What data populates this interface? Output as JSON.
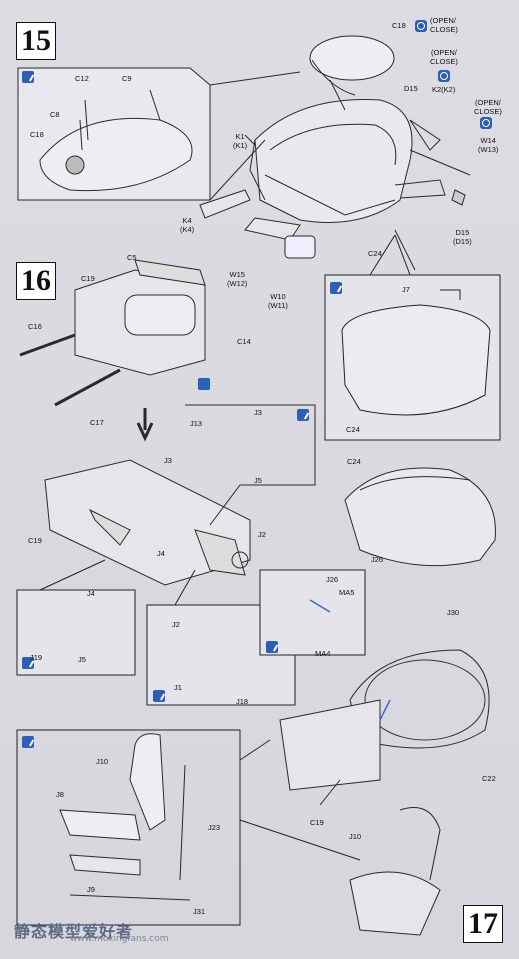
{
  "steps": {
    "s15": "15",
    "s16": "16",
    "s17": "17"
  },
  "labels": {
    "c18_top": "C18",
    "open_close_1": "(OPEN/\nCLOSE)",
    "open_close_2": "(OPEN/\nCLOSE)",
    "open_close_3": "(OPEN/\nCLOSE)",
    "d15_top": "D15",
    "k2": "K2(K2)",
    "w14": "W14\n(W13)",
    "k1": "K1\n(K1)",
    "k4": "K4\n(K4)",
    "w15": "W15\n(W12)",
    "w10": "W10\n(W11)",
    "c24_a": "C24",
    "d15_b": "D15\n(D15)",
    "c12": "C12",
    "c9": "C9",
    "c8": "C8",
    "c18_inset": "C18",
    "c5": "C5",
    "c19_a": "C19",
    "c16": "C16",
    "c14": "C14",
    "c17": "C17",
    "j7": "J7",
    "c24_b": "C24",
    "j13": "J13",
    "j3_a": "J3",
    "j5_a": "J5",
    "j3_b": "J3",
    "c19_b": "C19",
    "j4_a": "J4",
    "j2_a": "J2",
    "c24_c": "C24",
    "j26_a": "J26",
    "j26_b": "J26",
    "ma5": "MA5",
    "ma4": "MA4",
    "j30": "J30",
    "j4_b": "J4",
    "j19": "J19",
    "j5_b": "J5",
    "j2_b": "J2",
    "j1": "J1",
    "j18": "J18",
    "c22": "C22",
    "c19_c": "C19",
    "j10_a": "J10",
    "j8": "J8",
    "j23": "J23",
    "j9": "J9",
    "j31": "J31",
    "j10_b": "J10"
  },
  "watermark": {
    "text": "静态模型爱好者",
    "url": "www.moxingfans.com"
  },
  "colors": {
    "accent": "#2e5fb8",
    "paper": "#d9d9df",
    "line": "#222222"
  }
}
